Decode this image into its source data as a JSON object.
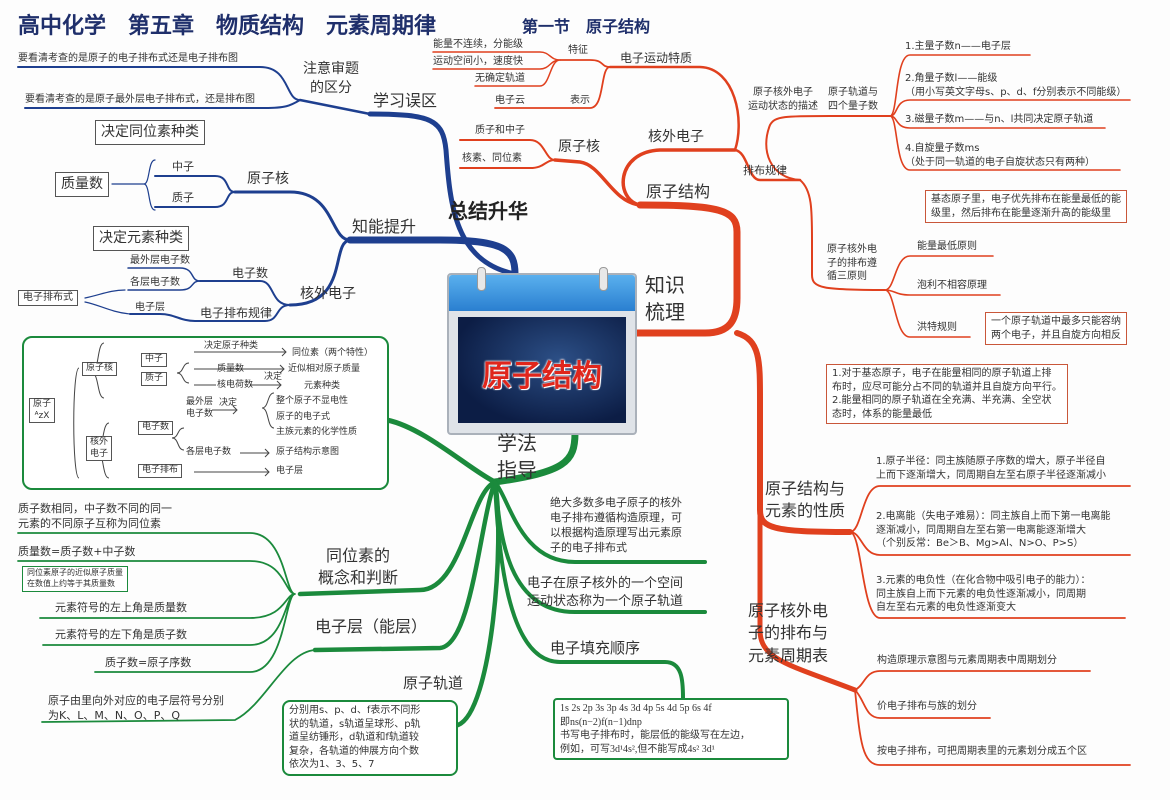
{
  "header": {
    "title": "高中化学　第五章　物质结构　元素周期律",
    "subtitle": "第一节　原子结构"
  },
  "center": {
    "label": "原子结构"
  },
  "colors": {
    "blue_branch": "#1e3f8f",
    "red_branch": "#e0401e",
    "green_branch": "#1b8a3c"
  },
  "summary": {
    "label": "总结升华",
    "mistakes": {
      "label": "学习误区",
      "sub": "注意审题\n的区分",
      "items": [
        "要看清考查的是原子的电子排布式还是电子排布图",
        "要看清考查的是原子最外层电子排布式，还是排布图"
      ]
    },
    "ability": {
      "label": "知能提升",
      "nucleus": {
        "label": "原子核",
        "neutron": "中子",
        "proton": "质子",
        "mass_number": "质量数",
        "callout_neutron": "决定同位素种类",
        "callout_proton": "决定元素种类"
      },
      "electrons": {
        "label": "核外电子",
        "count": "电子数",
        "outer": "最外层电子数",
        "layers": "各层电子数",
        "shell": "电子层",
        "rule": "电子排布规律",
        "config": "电子排布式"
      }
    }
  },
  "knowledge": {
    "label": "知识\n梳理",
    "structure": {
      "label": "原子结构",
      "nucleus": {
        "label": "原子核",
        "items": [
          "质子和中子",
          "核素、同位素"
        ]
      },
      "outer": {
        "label": "核外电子",
        "motion": {
          "label": "电子运动特质",
          "feature": "特征",
          "represent": "表示",
          "features": [
            "能量不连续，分能级",
            "运动空间小，速度快",
            "无确定轨道"
          ],
          "cloud": "电子云"
        },
        "rule": {
          "label": "排布规律",
          "state": {
            "label": "原子核外电子\n运动状态的描述",
            "orbital": "原子轨道与\n四个量子数",
            "quantum": [
              "1.主量子数n——电子层",
              "2.角量子数l——能级\n（用小写英文字母s、p、d、f分别表示不同能级）",
              "3.磁量子数m——与n、l共同决定原子轨道",
              "4.自旋量子数ms\n（处于同一轨道的电子自旋状态只有两种）"
            ]
          },
          "principles": {
            "label": "原子核外电\n子的排布遵\n循三原则",
            "items": [
              "能量最低原则",
              "泡利不相容原理",
              "洪特规则"
            ],
            "callout_lowest": "基态原子里，电子优先排布在能量最低的能\n级里，然后排布在能量逐渐升高的能级里",
            "callout_pauli": "一个原子轨道中最多只能容纳\n两个电子，并且自旋方向相反",
            "callout_hund": "1.对于基态原子，电子在能量相同的原子轨道上排\n布时，应尽可能分占不同的轨道并且自旋方向平行。\n2.能量相同的原子轨道在全充满、半充满、全空状\n态时，体系的能量最低"
          }
        }
      }
    },
    "properties": {
      "label": "原子结构与\n元素的性质",
      "items": [
        "1.原子半径：同主族随原子序数的增大，原子半径自\n上而下逐渐增大，同周期自左至右原子半径逐渐减小",
        "2.电离能（失电子难易）：同主族自上而下第一电离能\n逐渐减小，同周期自左至右第一电离能逐渐增大\n（个别反常：Be＞B、Mg>Al、N>O、P>S）",
        "3.元素的电负性（在化合物中吸引电子的能力）：\n同主族自上而下元素的电负性逐渐减小，同周期\n自左至右元素的电负性逐渐变大"
      ]
    },
    "periodic": {
      "label": "原子核外电\n子的排布与\n元素周期表",
      "items": [
        "构造原理示意图与元素周期表中周期划分",
        "价电子排布与族的划分",
        "按电子排布，可把周期表里的元素划分成五个区"
      ]
    }
  },
  "method": {
    "label": "学法\n指导",
    "table": {
      "atom": "原子\nᴬzX",
      "nucleus": "原子核",
      "outer": "核外\n电子",
      "neutron": "中子",
      "proton": "质子",
      "electron_count": "电子数",
      "arrangement": "电子排布",
      "decide_atom": "决定原子种类",
      "isotope": "同位素（两个特性）",
      "mass_number": "质量数",
      "relative_mass": "近似相对原子质量",
      "nuclear_charge": "核电荷数",
      "decide": "决定",
      "element_type": "元素种类",
      "outer_count": "最外层\n电子数",
      "decide2": "决定",
      "neutral": "整个原子不显电性",
      "electron_formula": "原子的电子式",
      "chemical": "主族元素的化学性质",
      "layer_count": "各层电子数",
      "diagram": "原子结构示意图",
      "shell": "电子层"
    },
    "isotope": {
      "label": "同位素的\n概念和判断",
      "items": [
        "质子数相同，中子数不同的同一\n元素的不同原子互称为同位素",
        "质量数=质子数+中子数",
        "元素符号的左上角是质量数",
        "元素符号的左下角是质子数",
        "质子数=原子序数"
      ],
      "callout": "同位素原子的近似原子质量\n在数值上约等于其质量数"
    },
    "shell": {
      "label": "电子层（能层）",
      "item": "原子由里向外对应的电子层符号分别\n为K、L、M、N、O、P、Q"
    },
    "orbital": {
      "label": "原子轨道",
      "box": "分别用s、p、d、f表示不同形\n状的轨道，s轨道呈球形、p轨\n道呈纺锤形，d轨道和f轨道较\n复杂，各轨道的伸展方向个数\n依次为1、3、5、7"
    },
    "aufbau": "绝大多数多电子原子的核外\n电子排布遵循构造原理，可\n以根据构造原理写出元素原\n子的电子排布式",
    "orbital_def": "电子在原子核外的一个空间\n运动状态称为一个原子轨道",
    "filling": {
      "label": "电子填充顺序",
      "box": "1s 2s 2p 3s 3p 4s 3d 4p 5s 4d 5p 6s 4f\n即ns(n−2)f(n−1)dnp\n书写电子排布时，能层低的能级写在左边，\n例如，可写3d¹4s²,但不能写成4s² 3d¹"
    }
  }
}
